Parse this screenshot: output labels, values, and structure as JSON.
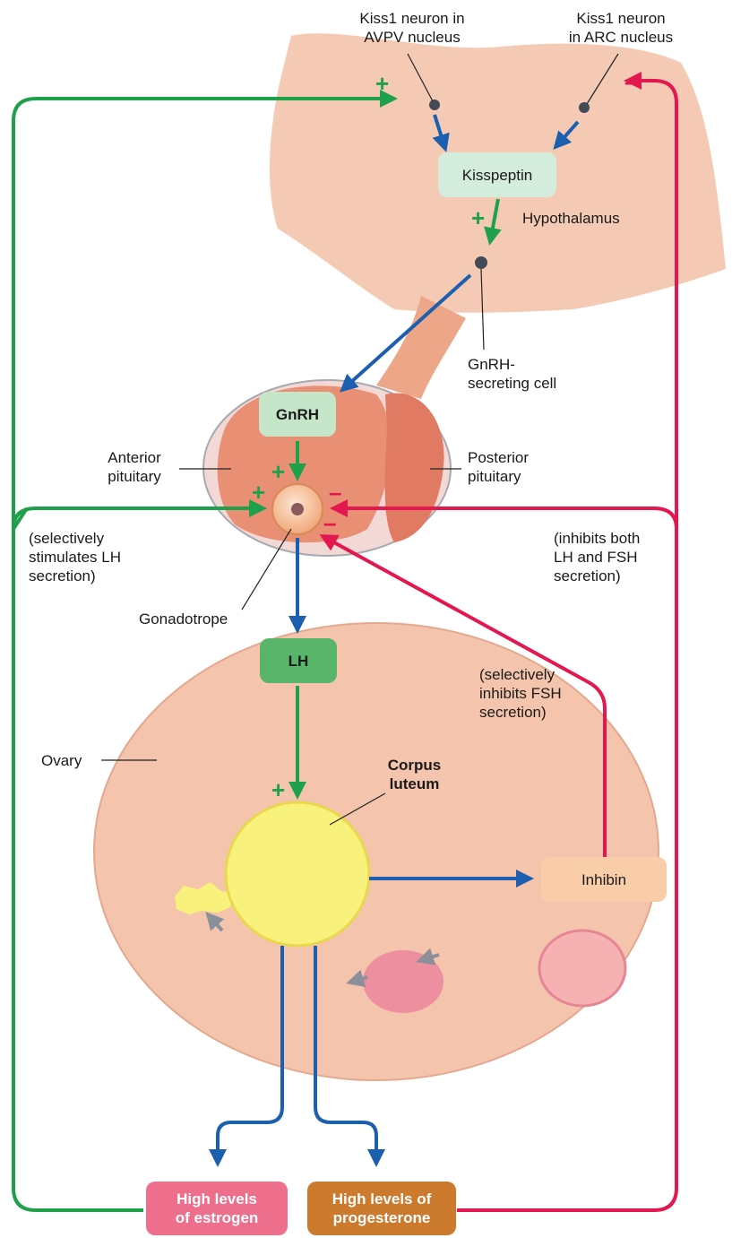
{
  "labels": {
    "kiss1_avpv": "Kiss1 neuron in\nAVPV nucleus",
    "kiss1_arc": "Kiss1 neuron\nin ARC nucleus",
    "hypothalamus": "Hypothalamus",
    "gnrh_cell": "GnRH-\nsecreting cell",
    "anterior_pituitary": "Anterior\npituitary",
    "posterior_pituitary": "Posterior\npituitary",
    "selectively_stimulates": "(selectively\nstimulates LH\nsecretion)",
    "inhibits_both": "(inhibits both\nLH and FSH\nsecretion)",
    "gonadotrope": "Gonadotrope",
    "selectively_inhibits": "(selectively\ninhibits FSH\nsecretion)",
    "ovary": "Ovary",
    "corpus_luteum": "Corpus\nluteum"
  },
  "boxes": {
    "kisspeptin": "Kisspeptin",
    "gnrh": "GnRH",
    "lh": "LH",
    "inhibin": "Inhibin",
    "estrogen": "High levels\nof estrogen",
    "progesterone": "High levels of\nprogesterone"
  },
  "signs": {
    "plus": "+",
    "minus": "–"
  },
  "colors": {
    "stimulation": "#1fa04b",
    "inhibition": "#e2184f",
    "secretion_flow": "#1b5fae",
    "tissue": "#f4c4ac",
    "pituitary": "#e88f74",
    "corpus_luteum": "#f8f27c",
    "kisspeptin_box": "#d3ecdc",
    "gnrh_box": "#c6e6c9",
    "lh_box": "#59b56a",
    "inhibin_box": "#f9cda8",
    "estrogen_box": "#ee6f8b",
    "progesterone_box": "#cc7a2e"
  }
}
